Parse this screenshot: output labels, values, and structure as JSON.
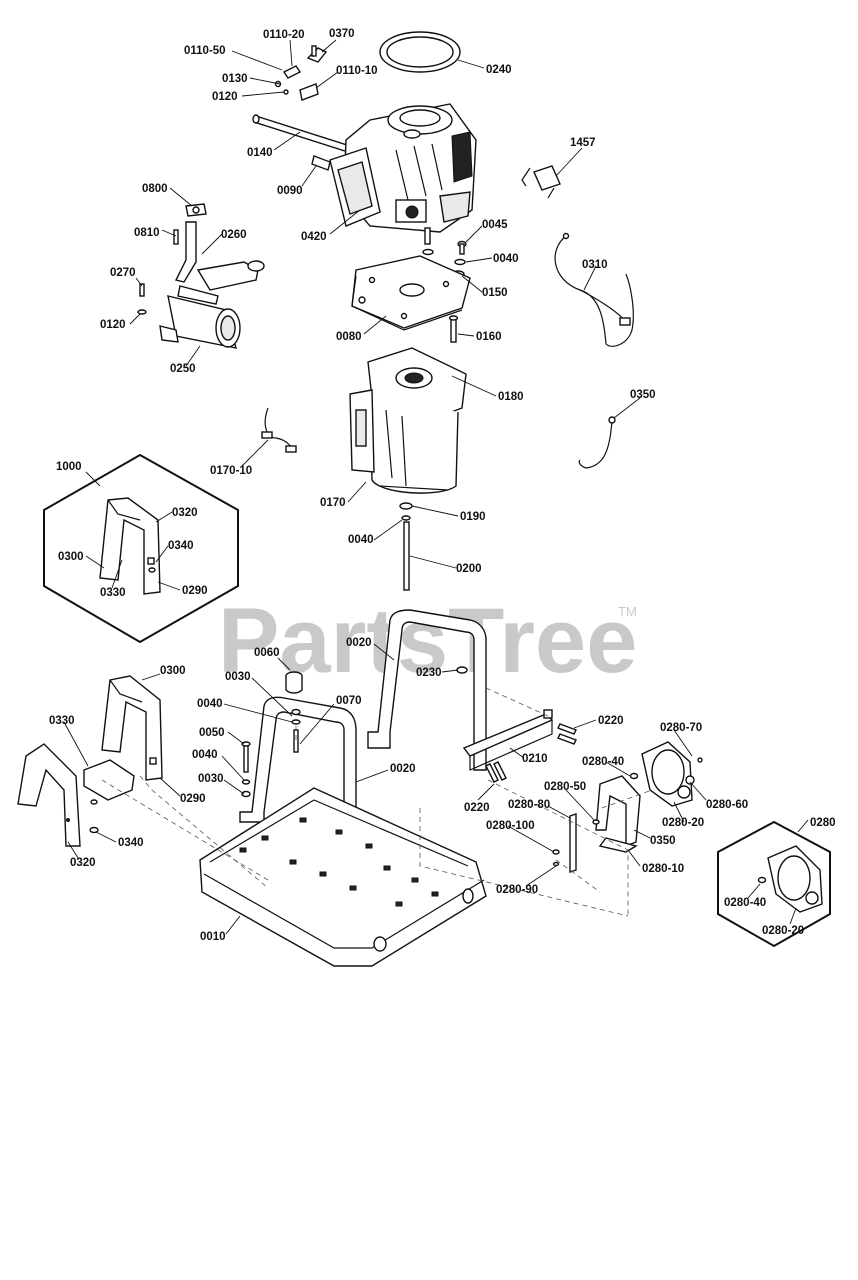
{
  "watermark": {
    "text": "PartsTree",
    "tm": "TM"
  },
  "labels": [
    "0110-50",
    "0110-20",
    "0370",
    "0240",
    "0130",
    "0110-10",
    "0120",
    "0140",
    "0090",
    "1457",
    "0420",
    "0800",
    "0810",
    "0260",
    "0045",
    "0040",
    "0270",
    "0150",
    "0120",
    "0310",
    "0080",
    "0160",
    "0250",
    "0180",
    "0350",
    "0170-10",
    "0170",
    "0190",
    "1000",
    "0320",
    "0340",
    "0300",
    "0330",
    "0290",
    "0040",
    "0200",
    "0060",
    "0020",
    "0230",
    "0030",
    "0070",
    "0300",
    "0040",
    "0220",
    "0280-70",
    "0050",
    "0330",
    "0040",
    "0210",
    "0280-40",
    "0030",
    "0290",
    "0020",
    "0280-50",
    "0280-60",
    "0220",
    "0280-80",
    "0350",
    "0280-20",
    "0280",
    "0340",
    "0280-100",
    "0280-10",
    "0320",
    "0280-90",
    "0280-40",
    "0010",
    "0280-20"
  ]
}
